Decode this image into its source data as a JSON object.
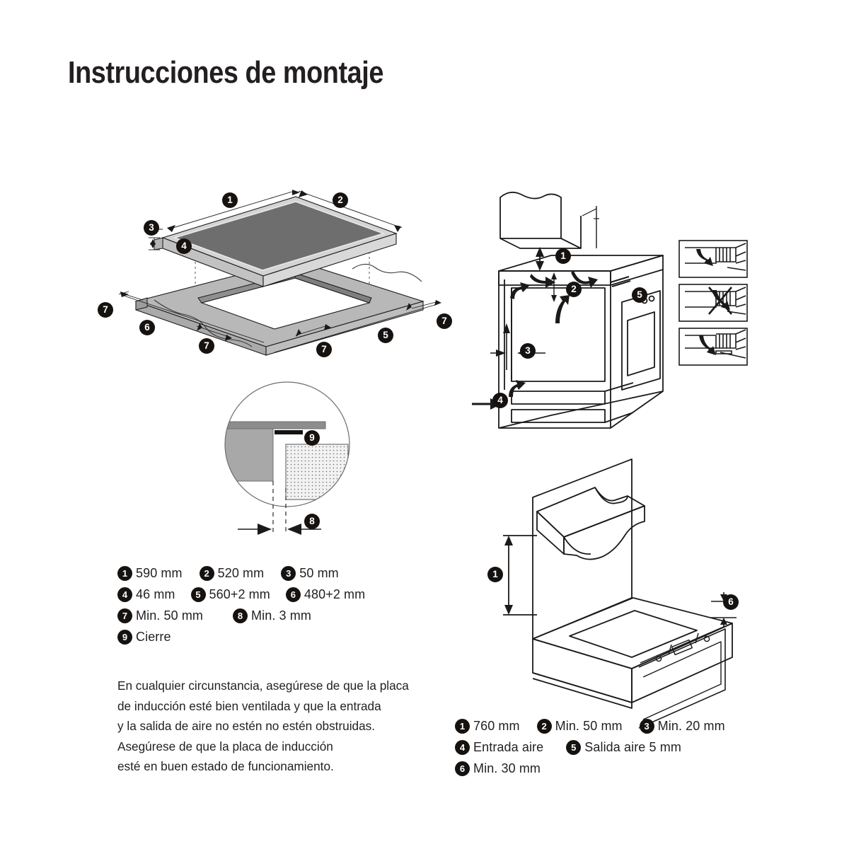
{
  "title": "Instrucciones de montaje",
  "diagrams": {
    "exploded_cooktop": {
      "name": "exploded-cooktop-diagram",
      "callouts": [
        "1",
        "2",
        "3",
        "4",
        "5",
        "6",
        "7",
        "7",
        "7",
        "7"
      ],
      "colors": {
        "glass_top": "#6e6e6e",
        "edge_band": "#c9c9c9",
        "counter_top": "#b8b8b8",
        "counter_cut": "#8f8f8f",
        "line": "#1a1a1a"
      }
    },
    "seal_detail": {
      "name": "seal-detail-circle",
      "callouts": [
        "8",
        "9"
      ],
      "colors": {
        "body": "#a8a8a8",
        "lip": "#8d8d8d",
        "seal": "#1a1a1a",
        "counter_hatch": "#555555"
      }
    },
    "oven_section": {
      "name": "oven-cross-section-diagram",
      "callouts": [
        "1",
        "2",
        "3",
        "4",
        "5"
      ]
    },
    "vent_panels": {
      "name": "vent-slot-panels",
      "count": 3,
      "prohibited_index": 1
    },
    "hood_oven": {
      "name": "hood-over-cooktop-diagram",
      "callouts": [
        "1",
        "6"
      ]
    }
  },
  "legend_left": {
    "name": "cooktop-dimensions-legend",
    "rows": [
      [
        {
          "num": "1",
          "label": "590 mm"
        },
        {
          "num": "2",
          "label": "520 mm"
        },
        {
          "num": "3",
          "label": "50 mm"
        }
      ],
      [
        {
          "num": "4",
          "label": "46 mm"
        },
        {
          "num": "5",
          "label": "560+2 mm"
        },
        {
          "num": "6",
          "label": "480+2 mm"
        }
      ],
      [
        {
          "num": "7",
          "label": "Min. 50 mm"
        },
        {
          "num": "8",
          "label": "Min. 3 mm"
        }
      ],
      [
        {
          "num": "9",
          "label": "Cierre"
        }
      ]
    ]
  },
  "legend_right": {
    "name": "clearance-dimensions-legend",
    "rows": [
      [
        {
          "num": "1",
          "label": "760 mm"
        },
        {
          "num": "2",
          "label": "Min. 50 mm"
        },
        {
          "num": "3",
          "label": "Min. 20 mm"
        }
      ],
      [
        {
          "num": "4",
          "label": "Entrada aire"
        },
        {
          "num": "5",
          "label": "Salida aire 5 mm"
        }
      ],
      [
        {
          "num": "6",
          "label": "Min. 30 mm"
        }
      ]
    ]
  },
  "note": {
    "name": "ventilation-note",
    "lines": [
      "En cualquier circunstancia, asegúrese de que la placa",
      "de inducción esté bien ventilada y que la entrada",
      "y la salida de aire no estén no estén obstruidas.",
      "Asegúrese de que la placa de inducción",
      "esté en buen estado de funcionamiento."
    ]
  }
}
